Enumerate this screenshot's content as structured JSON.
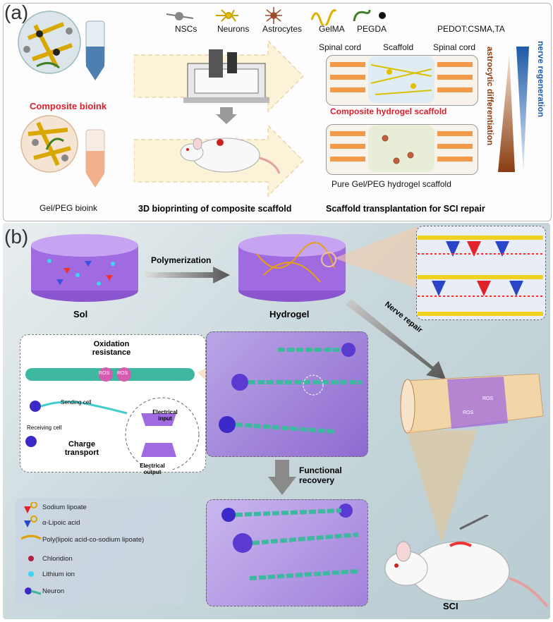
{
  "panel_a": {
    "label": "(a)",
    "legend": [
      "NSCs",
      "Neurons",
      "Astrocytes",
      "GelMA",
      "PEGDA",
      "PEDOT:CSMA,TA"
    ],
    "composite_bioink": "Composite bioink",
    "gel_peg_bioink": "Gel/PEG bioink",
    "bioprinting_caption": "3D bioprinting of composite scaffold",
    "transplant_caption": "Scaffold transplantation for SCI repair",
    "spinal_cord_left": "Spinal cord",
    "scaffold_top": "Scaffold",
    "spinal_cord_right": "Spinal cord",
    "composite_scaffold": "Composite hydrogel scaffold",
    "pure_scaffold": "Pure Gel/PEG hydrogel scaffold",
    "astro_diff": "astrocytic differentiation",
    "nerve_regen": "nerve regeneration",
    "colors": {
      "accent_red": "#e11d2a",
      "blue_grad": "#1e5aa8",
      "brown_grad": "#8a3d12"
    }
  },
  "panel_b": {
    "label": "(b)",
    "sol": "Sol",
    "polymerization": "Polymerization",
    "hydrogel": "Hydrogel",
    "nerve_repair": "Nerve repair",
    "oxidation": "Oxidation resistance",
    "ros": "ROS",
    "sending_cell": "Sending cell",
    "receiving_cell": "Receiving cell",
    "charge_transport": "Charge transport",
    "electrical_input": "Electrical input",
    "electrical_output": "Electrical output",
    "functional_recovery": "Functional recovery",
    "sci": "SCI",
    "legend": [
      "Sodium lipoate",
      "α-Lipoic acid",
      "Poly(lipoic acid-co-sodium lipoate)",
      "Chloridion",
      "Lithium ion",
      "Neuron"
    ]
  }
}
